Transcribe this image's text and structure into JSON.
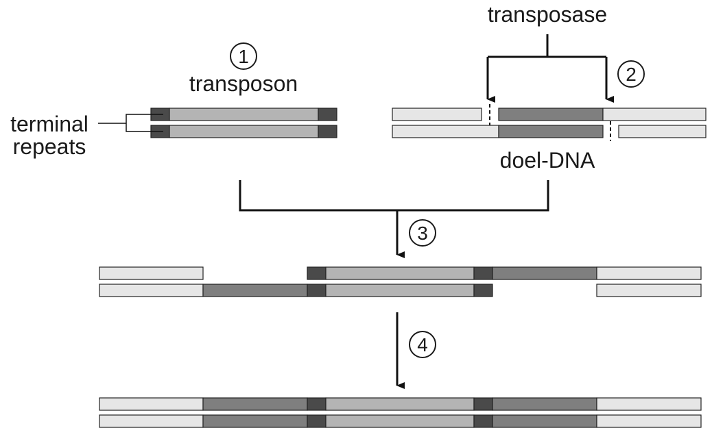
{
  "labels": {
    "transposase": "transposase",
    "transposon": "transposon",
    "terminal_line1": "terminal",
    "terminal_line2": "repeats",
    "target_dna": "doel-DNA"
  },
  "steps": [
    "1",
    "2",
    "3",
    "4"
  ],
  "colors": {
    "target_dna_light": "#e6e6e6",
    "transposon_body": "#b4b4b4",
    "terminal_repeat": "#4a4a4a",
    "target_site_dup": "#7f7f7f",
    "outline": "#222222"
  }
}
